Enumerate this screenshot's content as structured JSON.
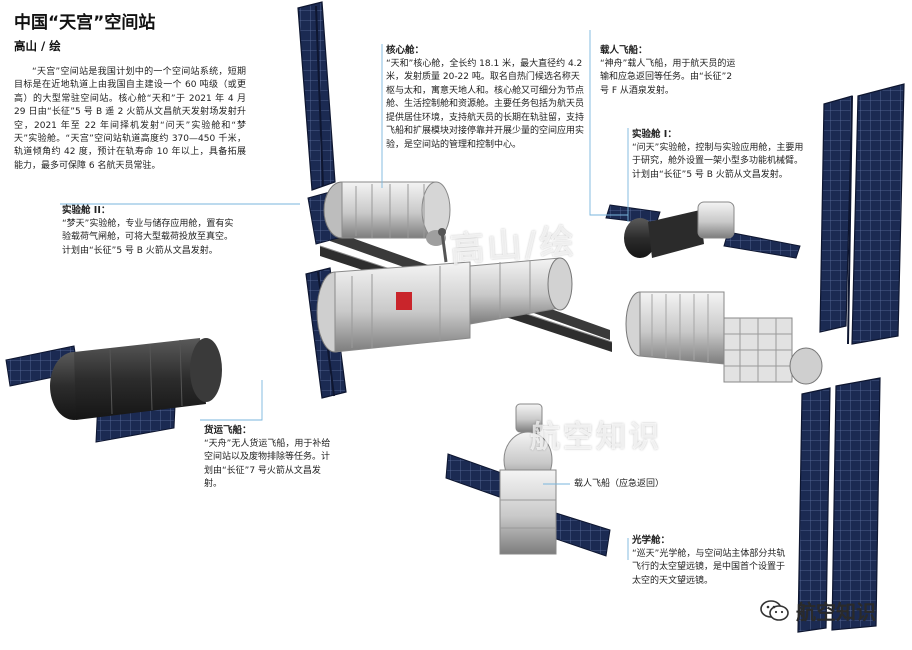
{
  "header": {
    "title": "中国“天宫”空间站",
    "author": "高山 / 绘",
    "intro": "“天宫”空间站是我国计划中的一个空间站系统，短期目标是在近地轨道上由我国自主建设一个 60 吨级（或更高）的大型常驻空间站。核心舱“天和”于 2021 年 4 月 29 日由“长征”5 号 B 遥 2 火箭从文昌航天发射场发射升空，2021 年至 22 年间择机发射“问天”实验舱和“梦天”实验舱。“天宫”空间站轨道高度约 370—450 千米，轨道倾角约 42 度，预计在轨寿命 10 年以上，具备拓展能力，最多可保障 6 名航天员常驻。"
  },
  "labels": {
    "core": {
      "title": "核心舱：",
      "text": "“天和”核心舱，全长约 18.1 米，最大直径约 4.2 米，发射质量 20-22 吨。取名自热门候选名称天枢与太和，寓意天地人和。核心舱又可细分为节点舱、生活控制舱和资源舱。主要任务包括为航天员提供居住环境，支持航天员的长期在轨驻留，支持飞船和扩展模块对接停靠并开展少量的空间应用实验，是空间站的管理和控制中心。"
    },
    "crew": {
      "title": "载人飞船：",
      "text": "“神舟”载人飞船，用于航天员的运输和应急返回等任务。由“长征”2 号 F 从酒泉发射。"
    },
    "lab1": {
      "title": "实验舱 I：",
      "text": "“问天”实验舱，控制与实验应用舱，主要用于研究，舱外设置一架小型多功能机械臂。计划由“长征”5 号 B 火箭从文昌发射。"
    },
    "lab2": {
      "title": "实验舱 II：",
      "text": "“梦天”实验舱，专业与储存应用舱，置有实验载荷气闸舱，可将大型载荷投放至真空。计划由“长征”5 号 B 火箭从文昌发射。"
    },
    "cargo": {
      "title": "货运飞船：",
      "text": "“天舟”无人货运飞船，用于补给空间站以及废物排除等任务。计划由“长征”7 号火箭从文昌发射。"
    },
    "crew_emergency": {
      "text": "载人飞船（应急返回）"
    },
    "optical": {
      "title": "光学舱：",
      "text": "“巡天”光学舱，与空间站主体部分共轨飞行的太空望远镜，是中国首个设置于太空的天文望远镜。"
    }
  },
  "watermarks": {
    "artist": "高山/绘",
    "brand": "航空知识"
  },
  "logo": {
    "text": "航空知识",
    "icon": "wechat-icon"
  },
  "colors": {
    "solar": "#1b2a52",
    "solar_grid": "#6a7fb0",
    "leader": "#7ab6dd",
    "module": "#d8d8d8"
  }
}
